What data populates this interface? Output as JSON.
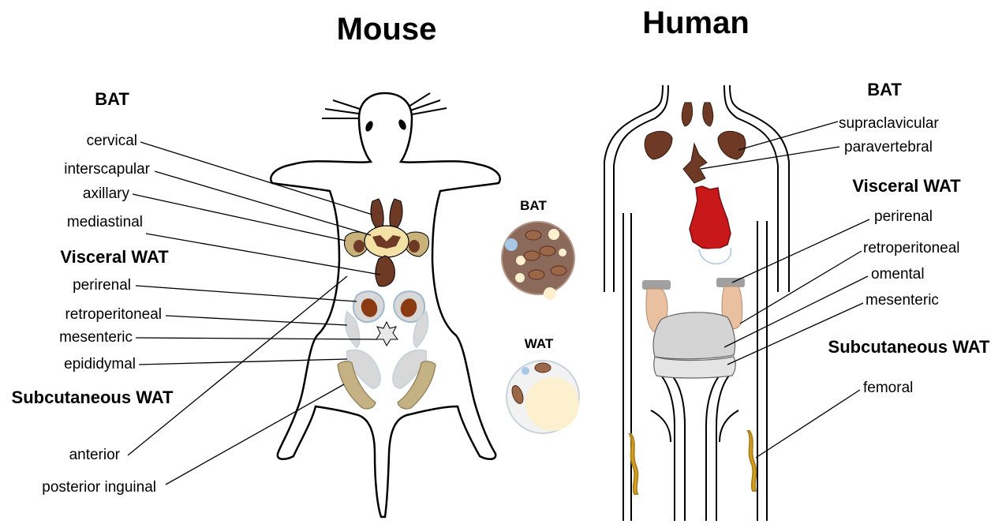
{
  "mouse": {
    "title": "Mouse",
    "bat_header": "BAT",
    "bat_labels": [
      "cervical",
      "interscapular",
      "axillary",
      "mediastinal"
    ],
    "visceral_header": "Visceral WAT",
    "visceral_labels": [
      "perirenal",
      "retroperitoneal",
      "mesenteric",
      "epididymal"
    ],
    "subq_header": "Subcutaneous WAT",
    "subq_labels": [
      "anterior",
      "posterior inguinal"
    ]
  },
  "insets": {
    "bat_label": "BAT",
    "wat_label": "WAT"
  },
  "human": {
    "title": "Human",
    "bat_header": "BAT",
    "bat_labels": [
      "supraclavicular",
      "paravertebral"
    ],
    "visceral_header": "Visceral WAT",
    "visceral_labels": [
      "perirenal",
      "retroperitoneal",
      "omental",
      "mesenteric"
    ],
    "subq_header": "Subcutaneous WAT",
    "subq_labels": [
      "femoral"
    ]
  },
  "colors": {
    "bat_brown": "#6e3a26",
    "bat_inset_fill": "#8b6a5c",
    "interscapular_fill": "#f4e1a6",
    "axillary_fill": "#c9b27a",
    "subcutaneous_fill": "#c4b184",
    "visceral_wat_fill": "#d8d8d8",
    "heart_red": "#c8181a",
    "femoral_yellow": "#d9a520",
    "wat_droplet": "#fdf0cf"
  }
}
